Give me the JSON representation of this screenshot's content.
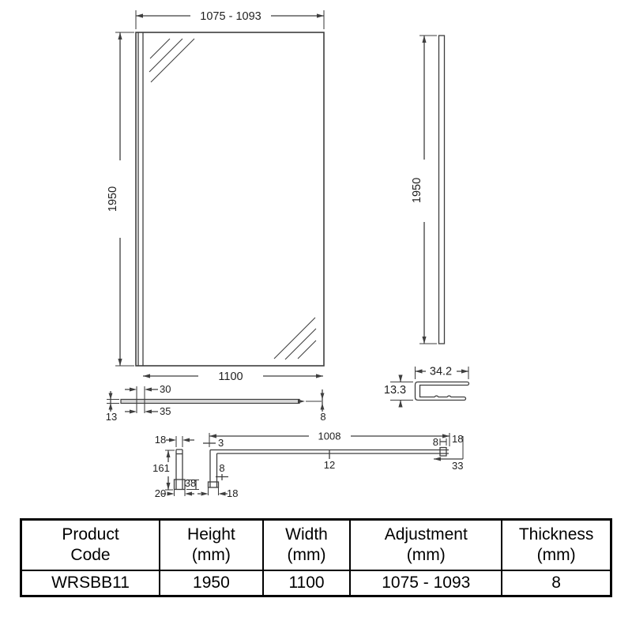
{
  "colors": {
    "line": "#3e3e3e",
    "text": "#1f1f1f",
    "glass_fill": "#d9d9d9",
    "table_border": "#000000",
    "background": "#ffffff"
  },
  "drawing": {
    "front_view": {
      "width_adjustment": "1075 - 1093",
      "height": "1950",
      "width": "1100"
    },
    "side_view": {
      "height": "1950"
    },
    "wall_profile_detail": {
      "width": "34.2",
      "depth": "13.3"
    },
    "plan_view": {
      "profile_width_outer": "30",
      "profile_width_inner": "35",
      "profile_depth": "13",
      "glass_thickness": "8"
    },
    "wall_bracket_detail": {
      "bar_width": "18",
      "bar_length": "161",
      "foot_depth": "38",
      "foot_width": "20"
    },
    "support_bar_detail": {
      "length": "1008",
      "plate_thickness": "3",
      "mid_depth": "12",
      "left_bar_width": "8",
      "left_foot_width": "18",
      "right_block_width": "8",
      "right_end_width": "18",
      "right_end_height": "33"
    }
  },
  "table": {
    "headers": [
      {
        "line1": "Product",
        "line2": "Code"
      },
      {
        "line1": "Height",
        "line2": "(mm)"
      },
      {
        "line1": "Width",
        "line2": "(mm)"
      },
      {
        "line1": "Adjustment",
        "line2": "(mm)"
      },
      {
        "line1": "Thickness",
        "line2": "(mm)"
      }
    ],
    "row": {
      "product_code": "WRSBB11",
      "height": "1950",
      "width": "1100",
      "adjustment": "1075 - 1093",
      "thickness": "8"
    }
  }
}
